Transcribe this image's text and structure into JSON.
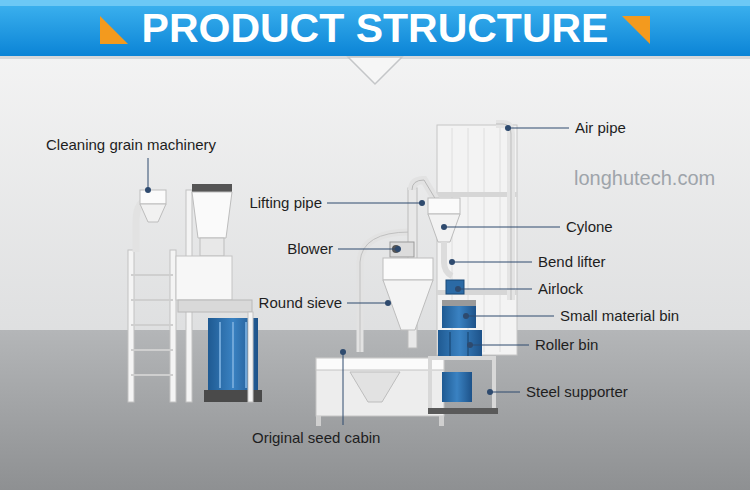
{
  "diagram": {
    "title": "PRODUCT STRUCTURE",
    "labels": [
      "Cleaning grain machinery",
      "Lifting pipe",
      "Blower",
      "Round sieve",
      "Original seed cabin",
      "Air pipe",
      "Cylone",
      "Bend lifter",
      "Airlock",
      "Small material bin",
      "Roller bin",
      "Steel supporter",
      "longhutech.com"
    ]
  }
}
